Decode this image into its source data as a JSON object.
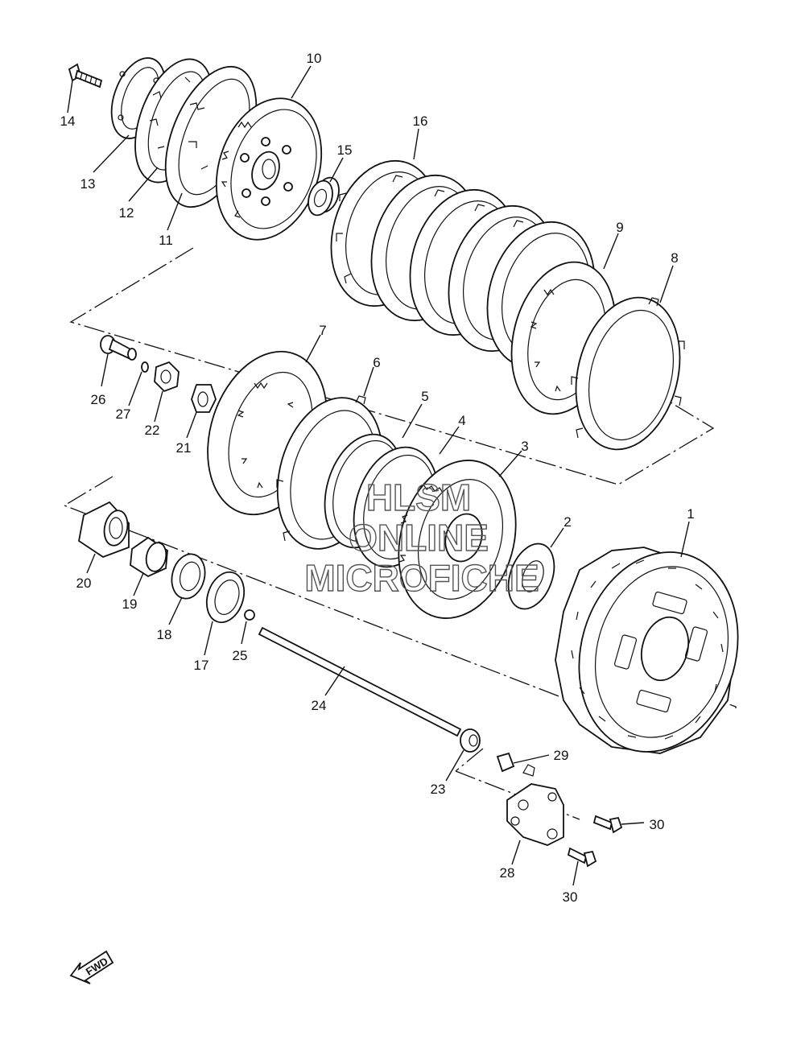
{
  "callouts": {
    "p1": "1",
    "p2": "2",
    "p3": "3",
    "p4": "4",
    "p5": "5",
    "p6": "6",
    "p7": "7",
    "p8": "8",
    "p9": "9",
    "p10": "10",
    "p11": "11",
    "p12": "12",
    "p13": "13",
    "p14": "14",
    "p15": "15",
    "p16": "16",
    "p17": "17",
    "p18": "18",
    "p19": "19",
    "p20": "20",
    "p21": "21",
    "p22": "22",
    "p23": "23",
    "p24": "24",
    "p25": "25",
    "p26": "26",
    "p27": "27",
    "p28": "28",
    "p29": "29",
    "p30a": "30",
    "p30b": "30"
  },
  "watermark": {
    "line1": "HLSM",
    "line2": "ONLINE",
    "line3": "MICROFICHE"
  },
  "fwd_badge": "FWD"
}
